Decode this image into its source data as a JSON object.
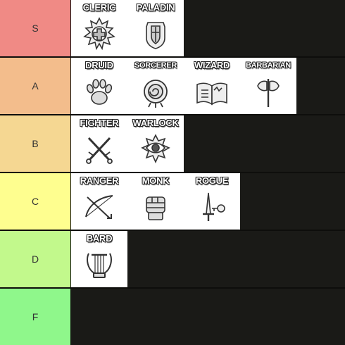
{
  "tiers": [
    {
      "label": "S",
      "color": "#f08a85",
      "cards": [
        "CLERIC",
        "PALADIN"
      ]
    },
    {
      "label": "A",
      "color": "#f3bd8c",
      "cards": [
        "DRUID",
        "SORCERER",
        "WIZARD",
        "BARBARIAN"
      ]
    },
    {
      "label": "B",
      "color": "#f5d792",
      "cards": [
        "FIGHTER",
        "WARLOCK"
      ]
    },
    {
      "label": "C",
      "color": "#fefe8f",
      "cards": [
        "RANGER",
        "MONK",
        "ROGUE"
      ]
    },
    {
      "label": "D",
      "color": "#c2f98c",
      "cards": [
        "BARD"
      ]
    },
    {
      "label": "F",
      "color": "#8ff78b",
      "cards": []
    }
  ],
  "icons": {
    "cleric": "cleric-emblem-icon",
    "paladin": "paladin-shield-icon",
    "druid": "paw-icon",
    "sorcerer": "swirl-orb-icon",
    "wizard": "spellbook-icon",
    "barbarian": "battle-axe-icon",
    "fighter": "crossed-swords-icon",
    "warlock": "eye-icon",
    "ranger": "bow-and-arrow-icon",
    "monk": "fist-icon",
    "rogue": "dagger-and-key-icon",
    "bard": "lyre-icon"
  }
}
